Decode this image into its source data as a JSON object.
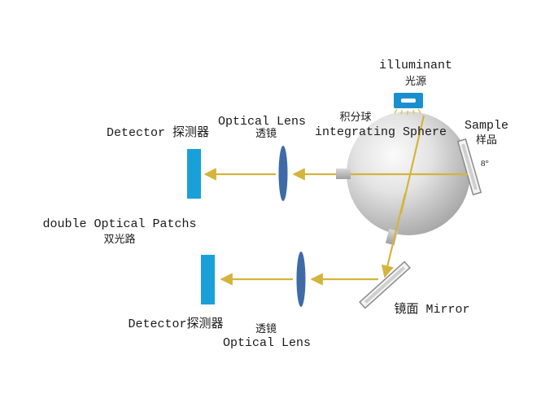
{
  "labels": {
    "illuminant_en": "illuminant",
    "illuminant_zh": "光源",
    "sphere_zh": "积分球",
    "sphere_en": "integrating Sphere",
    "lens_top_en": "Optical Lens",
    "lens_top_zh": "透镜",
    "detector_top": "Detector 探测器",
    "sample_en": "Sample",
    "sample_zh": "样品",
    "angle": "8°",
    "patch_en": "double Optical Patchs",
    "patch_zh": "双光路",
    "mirror": "镜面 Mirror",
    "detector_bottom": "Detector探测器",
    "lens_bottom_zh": "透镜",
    "lens_bottom_en": "Optical Lens"
  },
  "colors": {
    "beam": "#d4b43c",
    "detector": "#1aa0d8",
    "lens": "#3f6aa8",
    "illuminant": "#1a8fd0",
    "sphere_light": "#f8f8f8",
    "sphere_dark": "#9a9a9a"
  }
}
